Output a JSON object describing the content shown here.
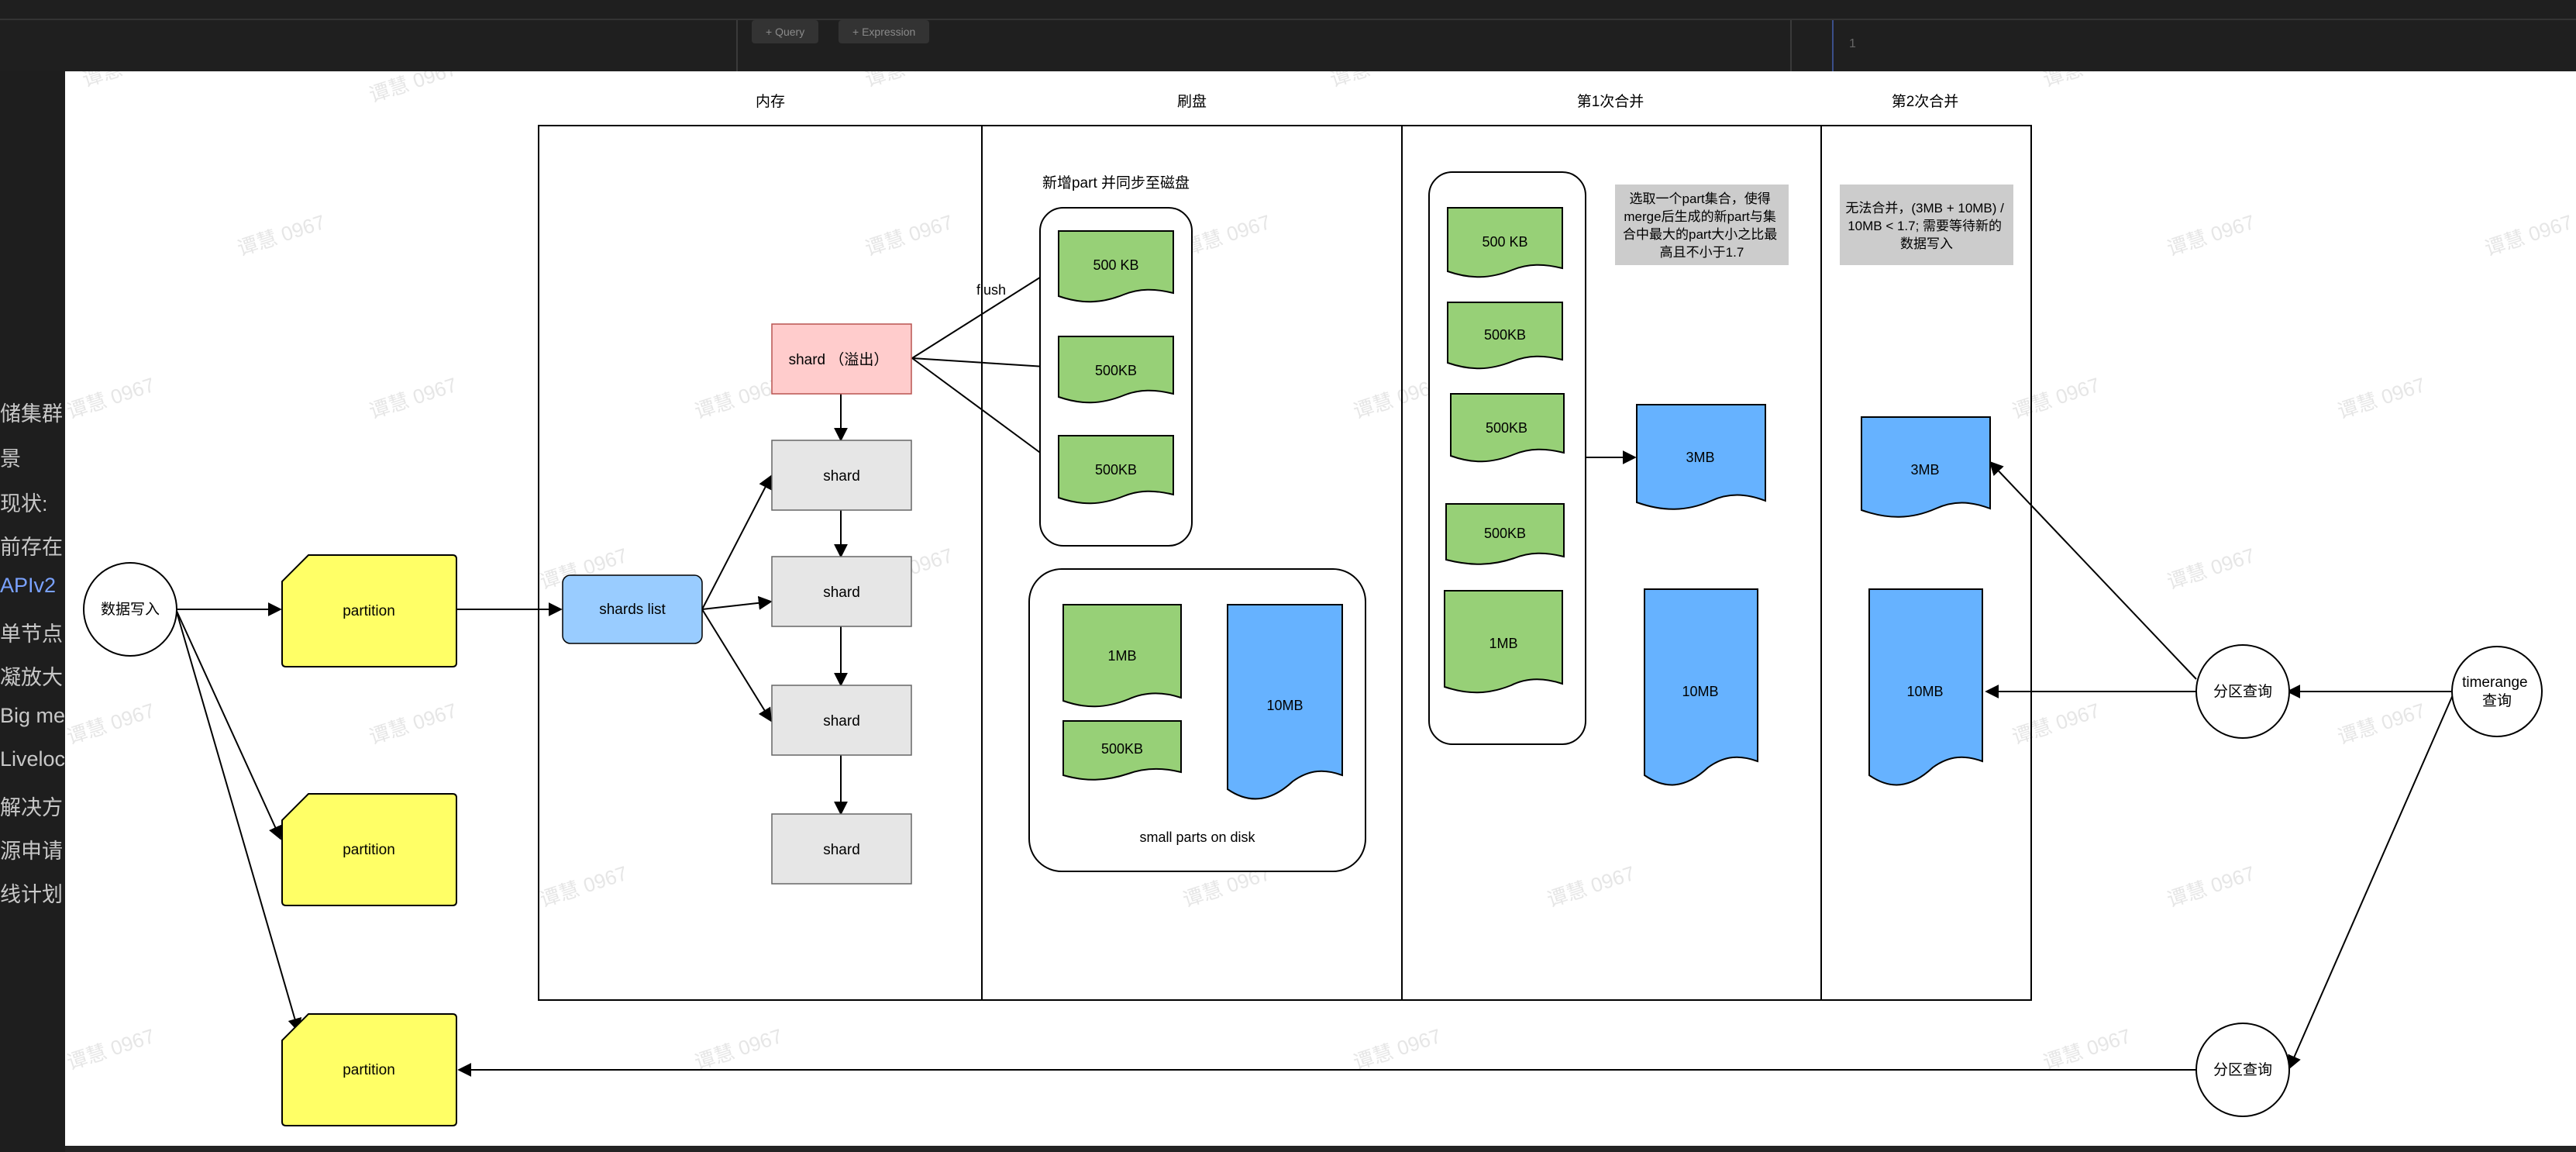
{
  "page_bg": "#242424",
  "toolbar": {
    "query_label": "+ Query",
    "expression_label": "+ Expression",
    "right_mark": "1"
  },
  "background_doc_fragments": [
    "储集群",
    "景",
    "现状:",
    "前存在",
    "APIv2",
    "单节点",
    "凝放大",
    "Big me",
    "Liveloc",
    "解决方",
    "源申请",
    "线计划"
  ],
  "watermark": "谭慧 0967",
  "colors": {
    "green": "#97d077",
    "blue": "#66b2ff",
    "yellow": "#ffff66",
    "pink": "#ffcccc",
    "gray": "#e6e6e6",
    "light_blue": "#99ccff",
    "note_gray": "#cccccc"
  },
  "diagram": {
    "columns": {
      "memory": "内存",
      "flush": "刷盘",
      "merge1": "第1次合并",
      "merge2": "第2次合并"
    },
    "write_node": "数据写入",
    "partitions": [
      "partition",
      "partition",
      "partition"
    ],
    "shards_list": "shards list",
    "shard_overflow": "shard （溢出）",
    "shards": [
      "shard",
      "shard",
      "shard",
      "shard"
    ],
    "flush_edge_label": "flush",
    "flush_title": "新增part 并同步至磁盘",
    "flush_parts": [
      "500 KB",
      "500KB",
      "500KB"
    ],
    "disk_parts_small": [
      "1MB",
      "500KB"
    ],
    "disk_part_big": "10MB",
    "disk_label": "small parts on disk",
    "merge1_parts": [
      "500 KB",
      "500KB",
      "500KB",
      "500KB",
      "1MB"
    ],
    "merge1_result": "3MB",
    "merge1_big": "10MB",
    "merge1_note": [
      "选取一个part集合，使得",
      "merge后生成的新part与集",
      "合中最大的part大小之比最",
      "高且不小于1.7"
    ],
    "merge2_note": [
      "无法合并，(3MB + 10MB) /",
      "10MB < 1.7; 需要等待新的",
      "数据写入"
    ],
    "merge2_parts": [
      "3MB",
      "10MB"
    ],
    "partition_query": "分区查询",
    "partition_query_2": "分区查询",
    "timerange_query": [
      "timerange",
      "查询"
    ]
  }
}
